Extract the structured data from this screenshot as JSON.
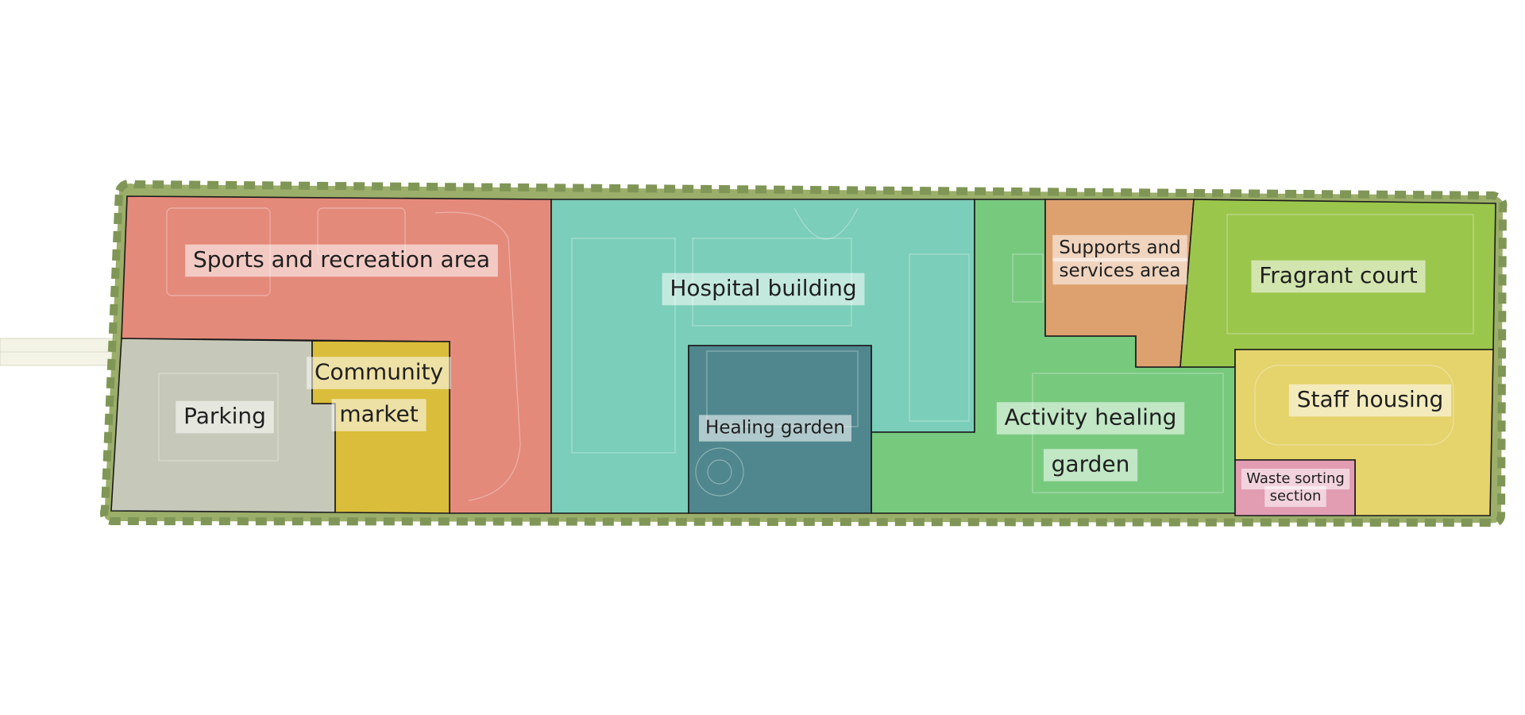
{
  "zones": [
    {
      "id": "sports",
      "lines": [
        "Sports and recreation area"
      ],
      "color": "#f4837f"
    },
    {
      "id": "hospital",
      "lines": [
        "Hospital building"
      ],
      "color": "#74d6cb"
    },
    {
      "id": "activity",
      "lines": [
        "Activity healing",
        "garden"
      ],
      "color": "#6fcf83"
    },
    {
      "id": "supports",
      "lines": [
        "Supports and",
        "services area"
      ],
      "color": "#ec9f72"
    },
    {
      "id": "fragrant",
      "lines": [
        "Fragrant court"
      ],
      "color": "#9bcc45"
    },
    {
      "id": "staff",
      "lines": [
        "Staff housing"
      ],
      "color": "#f5dc6c"
    },
    {
      "id": "waste",
      "lines": [
        "Waste sorting",
        "section"
      ],
      "color": "#f29ac3"
    },
    {
      "id": "parking",
      "lines": [
        "Parking"
      ],
      "color": "#cfcfcb"
    },
    {
      "id": "market",
      "lines": [
        "Community",
        "market"
      ],
      "color": "#e8c12f"
    },
    {
      "id": "healing",
      "lines": [
        "Healing garden"
      ],
      "color": "#3f7f96"
    }
  ],
  "colors": {
    "hedge": "#9bae6a",
    "outline": "#1a1a1a",
    "access_road": "#f3f3e6"
  }
}
